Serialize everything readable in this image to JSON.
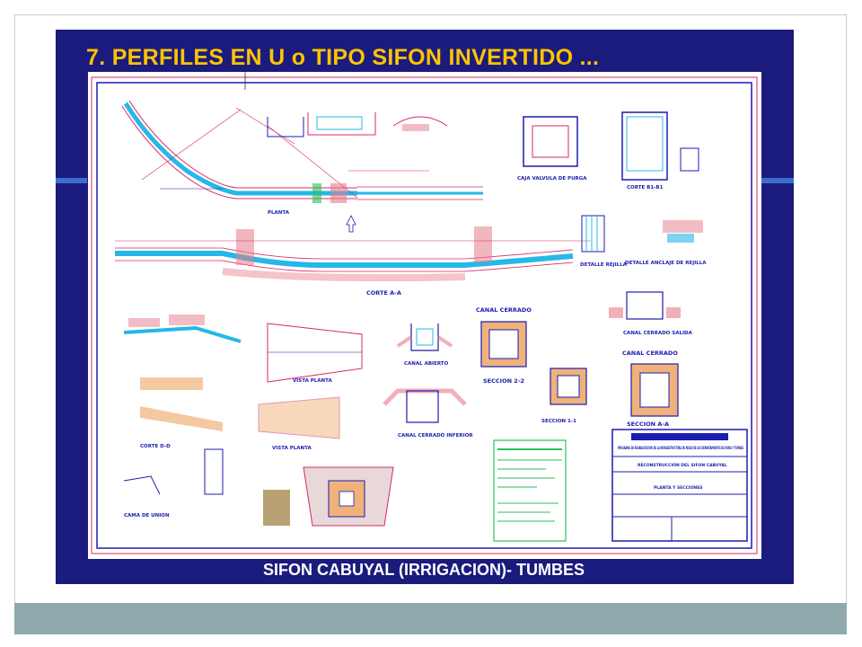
{
  "slide": {
    "title": "7.  PERFILES EN U o TIPO SIFON INVERTIDO ...",
    "caption": "SIFON  CABUYAL (IRRIGACION)- TUMBES"
  },
  "drawing": {
    "labels": {
      "planta": "PLANTA",
      "corte_aa": "CORTE A-A",
      "canal_cerrado_1": "CANAL CERRADO",
      "canal_cerrado_2": "CANAL CERRADO",
      "seccion_22": "SECCION 2-2",
      "seccion_11": "SECCION 1-1",
      "seccion_aa": "SECCION A-A",
      "corte_b1": "CORTE B1-B1",
      "detalle_rejilla": "DETALLE REJILLA",
      "detalle_anclaje": "DETALLE ANCLAJE DE REJILLA",
      "corte_dd": "CORTE D-D",
      "vista_planta_1": "VISTA PLANTA",
      "vista_planta_2": "VISTA PLANTA",
      "camara_reunion": "CAMA DE UNION",
      "caja_valvula": "CAJA VALVULA DE PURGA",
      "canal_abierto": "CANAL ABIERTO",
      "canal_cerrado_inf": "CANAL CERRADO INFERIOR",
      "canal_cerrado_salida": "CANAL CERRADO SALIDA"
    },
    "title_block": {
      "project": "PROGRAMA DE REHABILITACION DE LA INFRAESTRUCTURA DE RIEGO DE LOS DEPARTAMENTOS DE PIURA Y TUMBES",
      "work": "RECONSTRUCCION DEL SIFON CABUYAL",
      "sheet": "PLANTA Y SECCIONES"
    },
    "colors": {
      "outline": "#d8286a",
      "water": "#25b8e8",
      "ink": "#1c1cb0",
      "fill_earth": "#e87a8a",
      "fill_cell": "#f0b27a",
      "fill_note": "#2bc05a"
    }
  }
}
